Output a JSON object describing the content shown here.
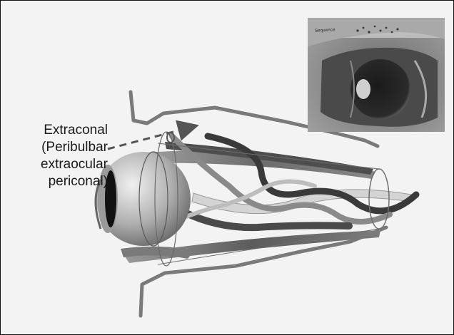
{
  "label": {
    "lines": [
      "Extraconal",
      "(Peribulbar",
      "extraocular",
      "periconal)"
    ]
  },
  "inset": {
    "caption": "Sequence",
    "tone": "grayscale"
  },
  "colors": {
    "orbit_outline": "#7a7a7a",
    "muscle_dark": "#555555",
    "muscle_mid": "#8a8a8a",
    "muscle_light": "#b8b8b8",
    "globe_light": "#d9d9d9",
    "globe_dark": "#777777",
    "pupil": "#111111",
    "background": "#f2f2f2"
  },
  "icons": [
    "eye-globe-icon",
    "dashed-arrow-icon"
  ]
}
